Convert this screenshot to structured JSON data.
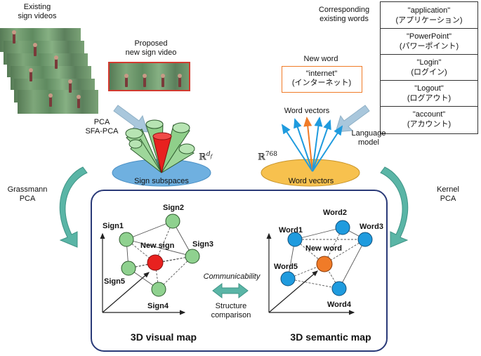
{
  "labels": {
    "existing_sign_videos": [
      "Existing",
      "sign videos"
    ],
    "proposed_new_sign_video": [
      "Proposed",
      "new sign video"
    ],
    "pca": [
      "PCA",
      "SFA-PCA"
    ],
    "rdf": "ℝ",
    "rdf_sup": "d",
    "rdf_sub": "f",
    "sign_subspaces": "Sign subspaces",
    "grassmann": [
      "Grassmann",
      "PCA"
    ],
    "corresponding_words": [
      "Corresponding",
      "existing words"
    ],
    "new_word_title": "New word",
    "new_word_value": [
      "\"internet\"",
      "(インターネット)"
    ],
    "word_vectors_top": "Word vectors",
    "language_model": [
      "Language",
      "model"
    ],
    "r768": "ℝ",
    "r768_sup": "768",
    "word_vectors_ellipse": "Word vectors",
    "kernel": [
      "Kernel",
      "PCA"
    ],
    "communicability": "Communicability",
    "structure_comparison": [
      "Structure",
      "comparison"
    ],
    "visual_map_title": "3D visual map",
    "semantic_map_title": "3D semantic map"
  },
  "existing_words": [
    {
      "en": "\"application\"",
      "ja": "(アプリケーション)"
    },
    {
      "en": "\"PowerPoint\"",
      "ja": "(パワーポイント)"
    },
    {
      "en": "\"Login\"",
      "ja": "(ログイン)"
    },
    {
      "en": "\"Logout\"",
      "ja": "(ログアウト)"
    },
    {
      "en": "\"account\"",
      "ja": "(アカウント)"
    }
  ],
  "visual_map_nodes": {
    "sign1": "Sign1",
    "sign2": "Sign2",
    "sign3": "Sign3",
    "sign4": "Sign4",
    "sign5": "Sign5",
    "new_sign": "New sign"
  },
  "semantic_map_nodes": {
    "word1": "Word1",
    "word2": "Word2",
    "word3": "Word3",
    "word4": "Word4",
    "word5": "Word5",
    "new_word": "New word"
  },
  "colors": {
    "sign_node": "#8fd18f",
    "new_sign_node": "#e8211f",
    "word_node": "#1f9bde",
    "new_word_node": "#f07b28",
    "sign_ellipse": "#6fb0e0",
    "word_ellipse": "#f7c14e",
    "teal_arrow": "#5ab5a6",
    "map_border": "#2a3a78",
    "new_word_box": "#f07b28",
    "new_sign_frame": "#d23a2f"
  }
}
